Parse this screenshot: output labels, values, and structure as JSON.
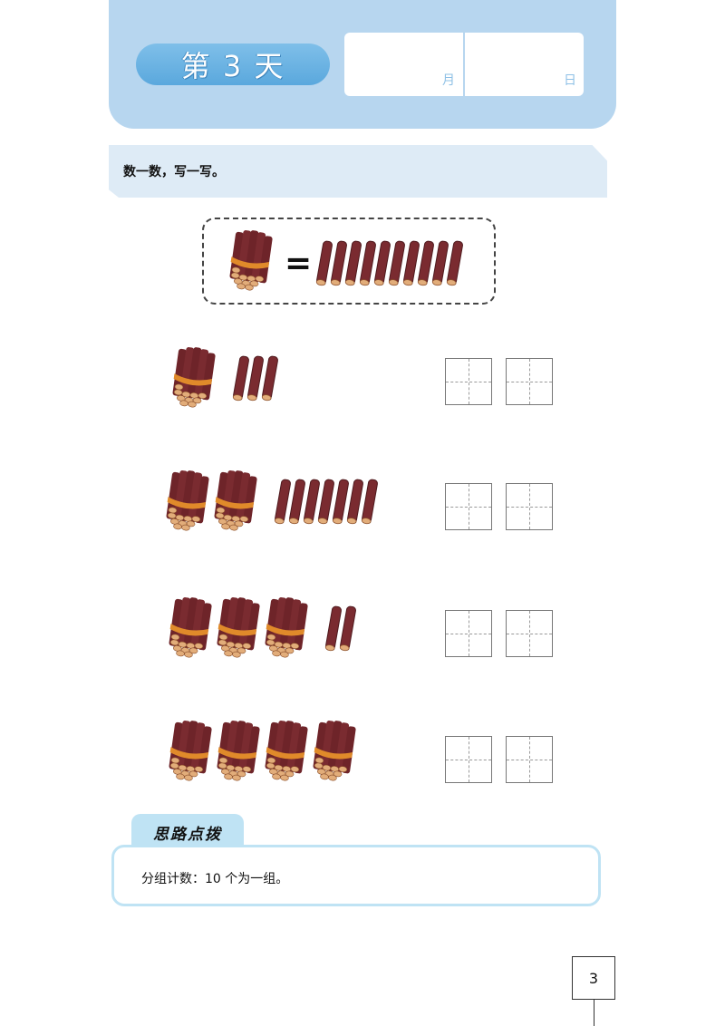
{
  "header": {
    "day_label": "第 3 天",
    "month_unit": "月",
    "day_unit": "日"
  },
  "instruction": "数一数，写一写。",
  "equation": {
    "sign": "=",
    "bundle_equals_sticks": 10
  },
  "exercises": [
    {
      "bundles": 1,
      "sticks": 3
    },
    {
      "bundles": 2,
      "sticks": 7
    },
    {
      "bundles": 3,
      "sticks": 2
    },
    {
      "bundles": 4,
      "sticks": 0
    }
  ],
  "hint": {
    "title": "思路点拨",
    "text": "分组计数：10 个为一组。"
  },
  "page_number": "3",
  "colors": {
    "header_bg": "#b7d6ef",
    "pill": "#6fb4e4",
    "stick": "#7a2b30",
    "stick_end": "#e2ad7a",
    "band": "#e08a2a",
    "hint": "#bfe3f4"
  },
  "icons": [
    "stick-bundle-icon",
    "stick-icon"
  ]
}
